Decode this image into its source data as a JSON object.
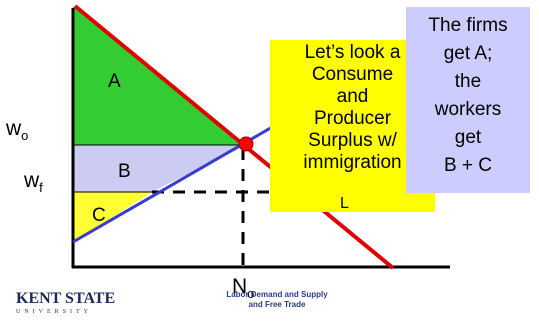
{
  "diagram": {
    "labels": {
      "area_a": "A",
      "area_b": "B",
      "area_c": "C",
      "w_o": "w",
      "w_o_sub": "o",
      "w_f": "w",
      "w_f_sub": "f",
      "n_o": "N",
      "n_o_sub": "o",
      "partial_label": "L"
    },
    "colors": {
      "demand_line": "#e00000",
      "supply_line": "#3a3ad0",
      "area_a": "#33cc33",
      "area_b": "#ccccf2",
      "area_c": "#ffff33",
      "equilibrium_dot": "#ff0000"
    }
  },
  "callouts": {
    "left_box": {
      "lines": [
        "Let’s look a",
        "Consume",
        "and",
        "Producer",
        "Surplus w/",
        "immigration"
      ],
      "background": "#ffff00"
    },
    "right_box": {
      "lines": [
        "The firms",
        "get A;",
        "the",
        "workers",
        "get",
        "B + C"
      ],
      "background": "#ccccff"
    }
  },
  "footer": {
    "logo_main": "KENT STATE",
    "logo_sub": "UNIVERSITY",
    "caption_line1": "Labor Demand and Supply",
    "caption_line2": "and Free Trade"
  }
}
